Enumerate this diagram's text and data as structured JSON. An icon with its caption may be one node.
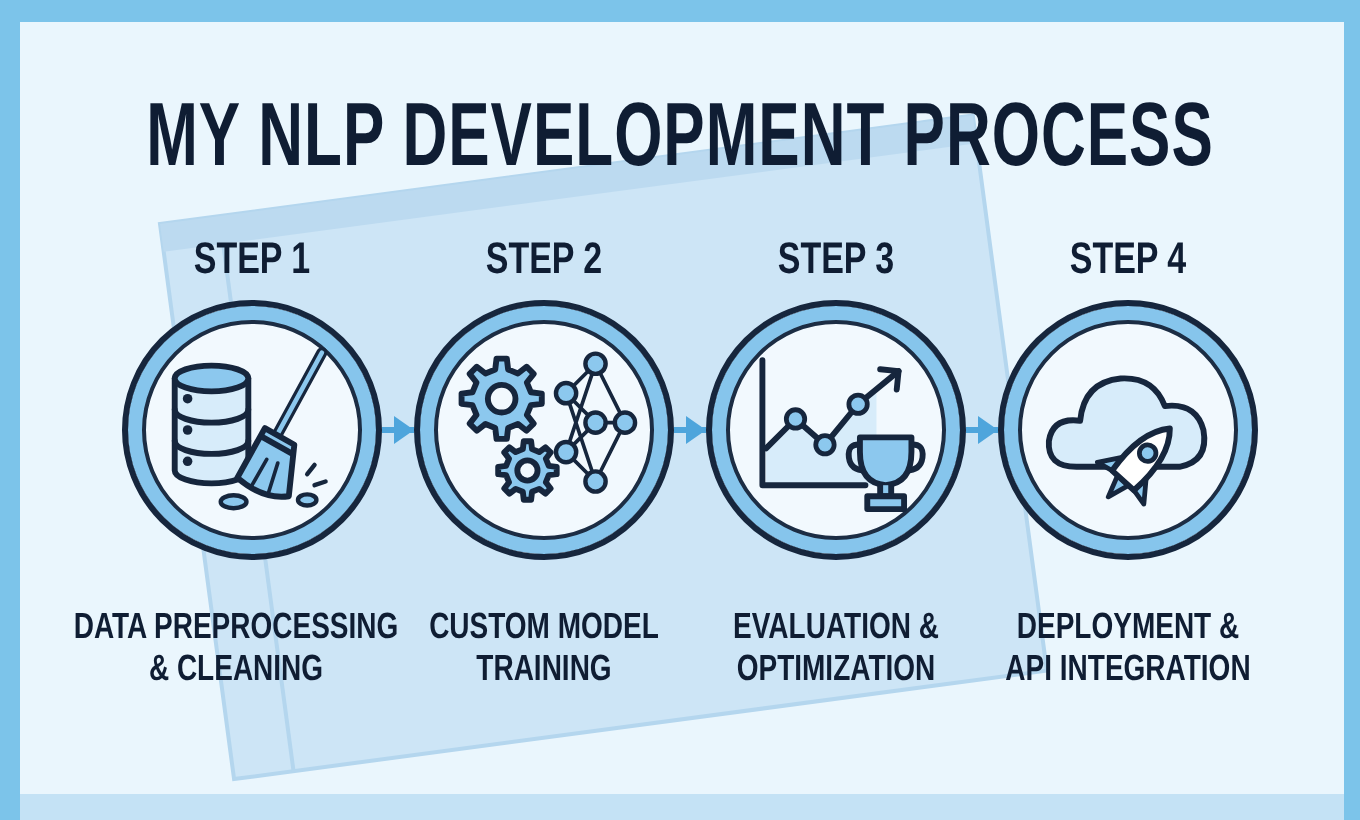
{
  "diagram": {
    "title": "MY NLP DEVELOPMENT PROCESS",
    "nodes": [
      {
        "text": [
          "STEP 1"
        ],
        "beside": [
          "DATA PREPROCESSING & CLEANING"
        ]
      },
      {
        "text": [
          "STEP 2"
        ],
        "beside": [
          "CUSTOM MODEL TRAINING"
        ]
      },
      {
        "text": [
          "STEP 3"
        ],
        "beside": [
          "EVALUATION & OPTIMIZATION"
        ]
      },
      {
        "text": [
          "STEP 4"
        ],
        "beside": [
          "DEPLOYMENT & API INTEGRATION"
        ]
      }
    ],
    "edges": [
      {
        "from": 0,
        "to": 1,
        "arrow": "to"
      },
      {
        "from": 1,
        "to": 2,
        "arrow": "to"
      },
      {
        "from": 2,
        "to": 3,
        "arrow": "to"
      }
    ]
  }
}
